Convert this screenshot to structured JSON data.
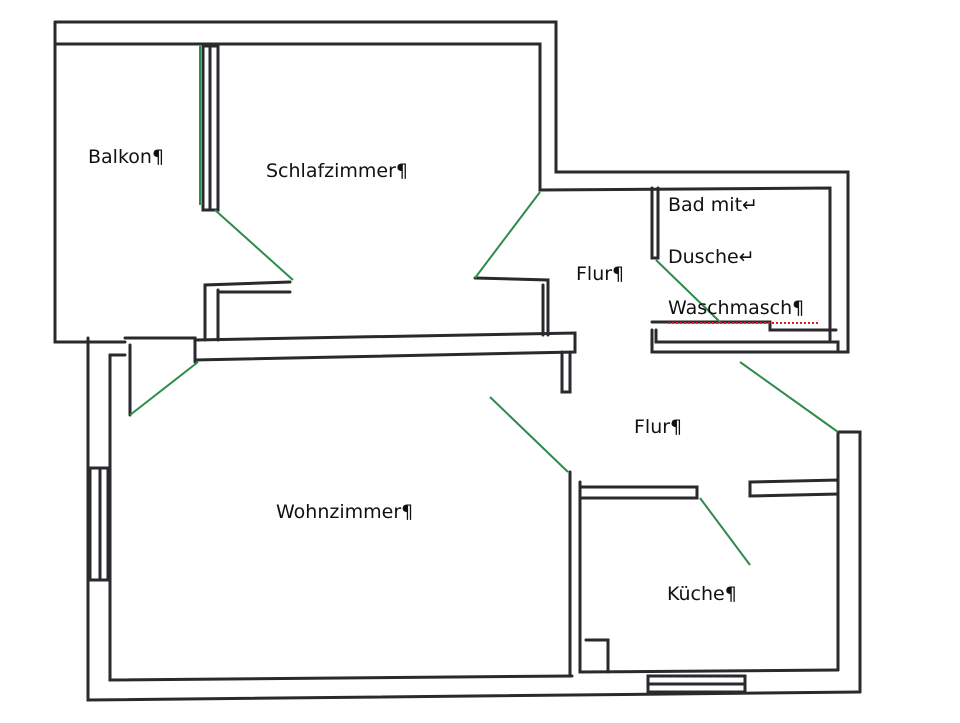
{
  "rooms": {
    "balkon": "Balkon¶",
    "schlafzimmer": "Schlafzimmer¶",
    "bad_line1": "Bad mit↵",
    "bad_line2": "Dusche↵",
    "bad_line3": "Waschmasch¶",
    "flur_upper": "Flur¶",
    "flur_lower": "Flur¶",
    "wohnzimmer": "Wohnzimmer¶",
    "kueche": "Küche¶"
  },
  "colors": {
    "wall": "#2a2a2e",
    "door": "#2e8b4e",
    "spellcheck": "#e02020"
  }
}
